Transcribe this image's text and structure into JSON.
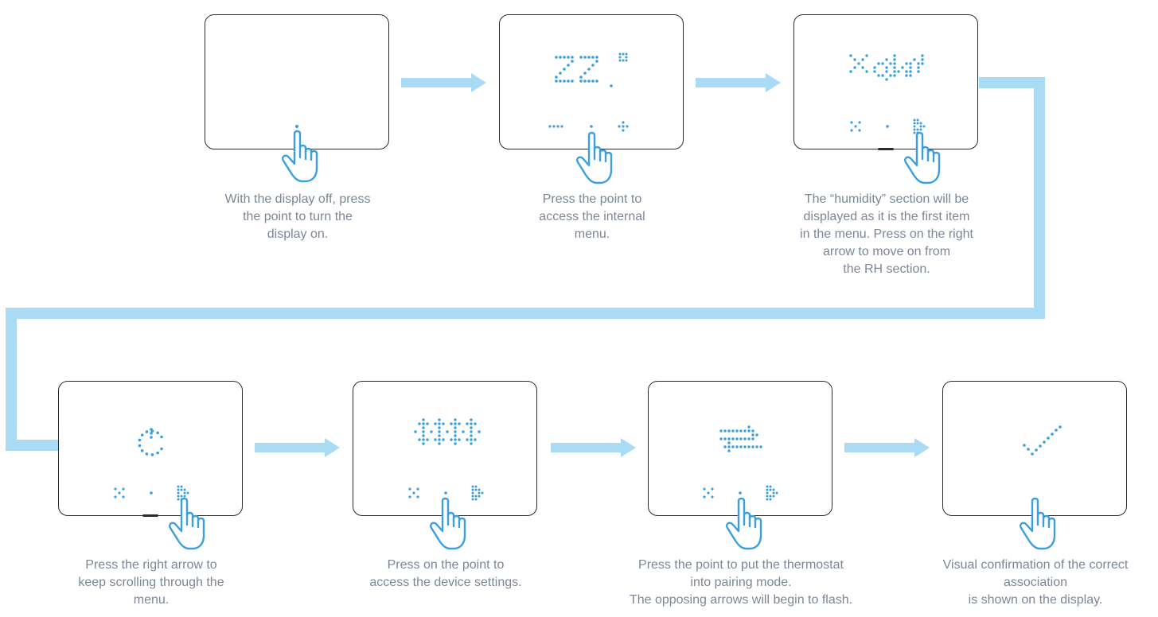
{
  "accent_color": "#3a9fdc",
  "connector_color": "#a9dbf4",
  "steps": [
    {
      "id": 1,
      "display": "blank",
      "touch": "center-point",
      "caption": [
        "With the display off, press",
        "the point to turn the",
        "display on."
      ]
    },
    {
      "id": 2,
      "display": "temperature-22",
      "touch": "center-point",
      "caption": [
        "Press the point to",
        "access the internal",
        "menu."
      ]
    },
    {
      "id": 3,
      "display": "humidity-icon",
      "touch": "right-arrow",
      "caption": [
        "The “humidity” section will be",
        "displayed as it is the first item",
        "in the menu. Press on the right",
        "arrow to move on from",
        "the RH section."
      ]
    },
    {
      "id": 4,
      "display": "power-icon",
      "touch": "right-arrow",
      "caption": [
        "Press the right arrow to",
        "keep scrolling through the",
        "menu."
      ]
    },
    {
      "id": 5,
      "display": "settings-icon",
      "touch": "center-point",
      "caption": [
        "Press on the point to",
        "access the device settings."
      ]
    },
    {
      "id": 6,
      "display": "opposing-arrows-icon",
      "touch": "center-point",
      "caption": [
        "Press the point to put the thermostat",
        "into pairing mode.",
        "The opposing arrows will begin to flash."
      ]
    },
    {
      "id": 7,
      "display": "check-icon",
      "touch": "screen",
      "caption": [
        "Visual confirmation of the correct",
        "association",
        "is shown on the display."
      ]
    }
  ]
}
